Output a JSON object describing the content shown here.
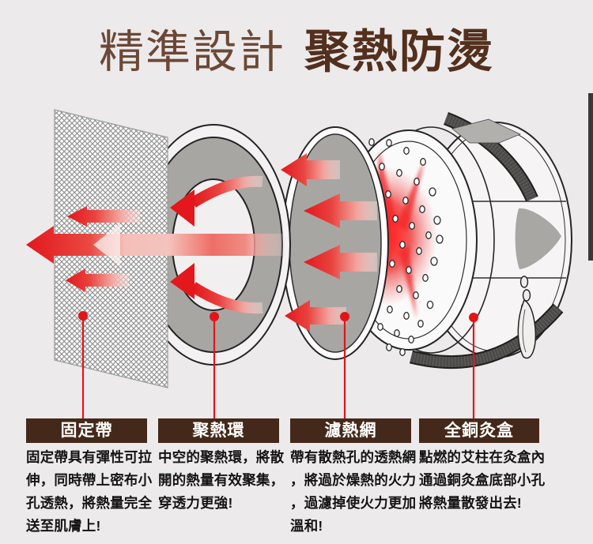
{
  "title": {
    "part1": "精準設計",
    "part2": "聚熱防燙"
  },
  "components": [
    {
      "id": "fixing-band",
      "label": "固定帶",
      "description": "固定帶具有彈性可拉\n伸，同時帶上密布小\n孔透熱，將熱量完全\n送至肌膚上!"
    },
    {
      "id": "heat-gather-ring",
      "label": "聚熱環",
      "description": "中空的聚熱環，將散\n開的熱量有效聚集，\n穿透力更強!"
    },
    {
      "id": "heat-filter-mesh",
      "label": "濾熱網",
      "description": "帶有散熱孔的透熱網\n，將過於燥熱的火力\n，過濾掉使火力更加\n溫和!"
    },
    {
      "id": "copper-moxa-box",
      "label": "全銅灸盒",
      "description": "點燃的艾柱在灸盒內\n通過銅灸盒底部小孔\n將熱量散發出去!"
    }
  ],
  "colors": {
    "background": "#edeaeb",
    "title_brown": "#53301d",
    "label_box_bg": "#44291a",
    "label_text": "#ffffff",
    "accent_red": "#e3171c",
    "component_gray": "#a8a6a3"
  }
}
